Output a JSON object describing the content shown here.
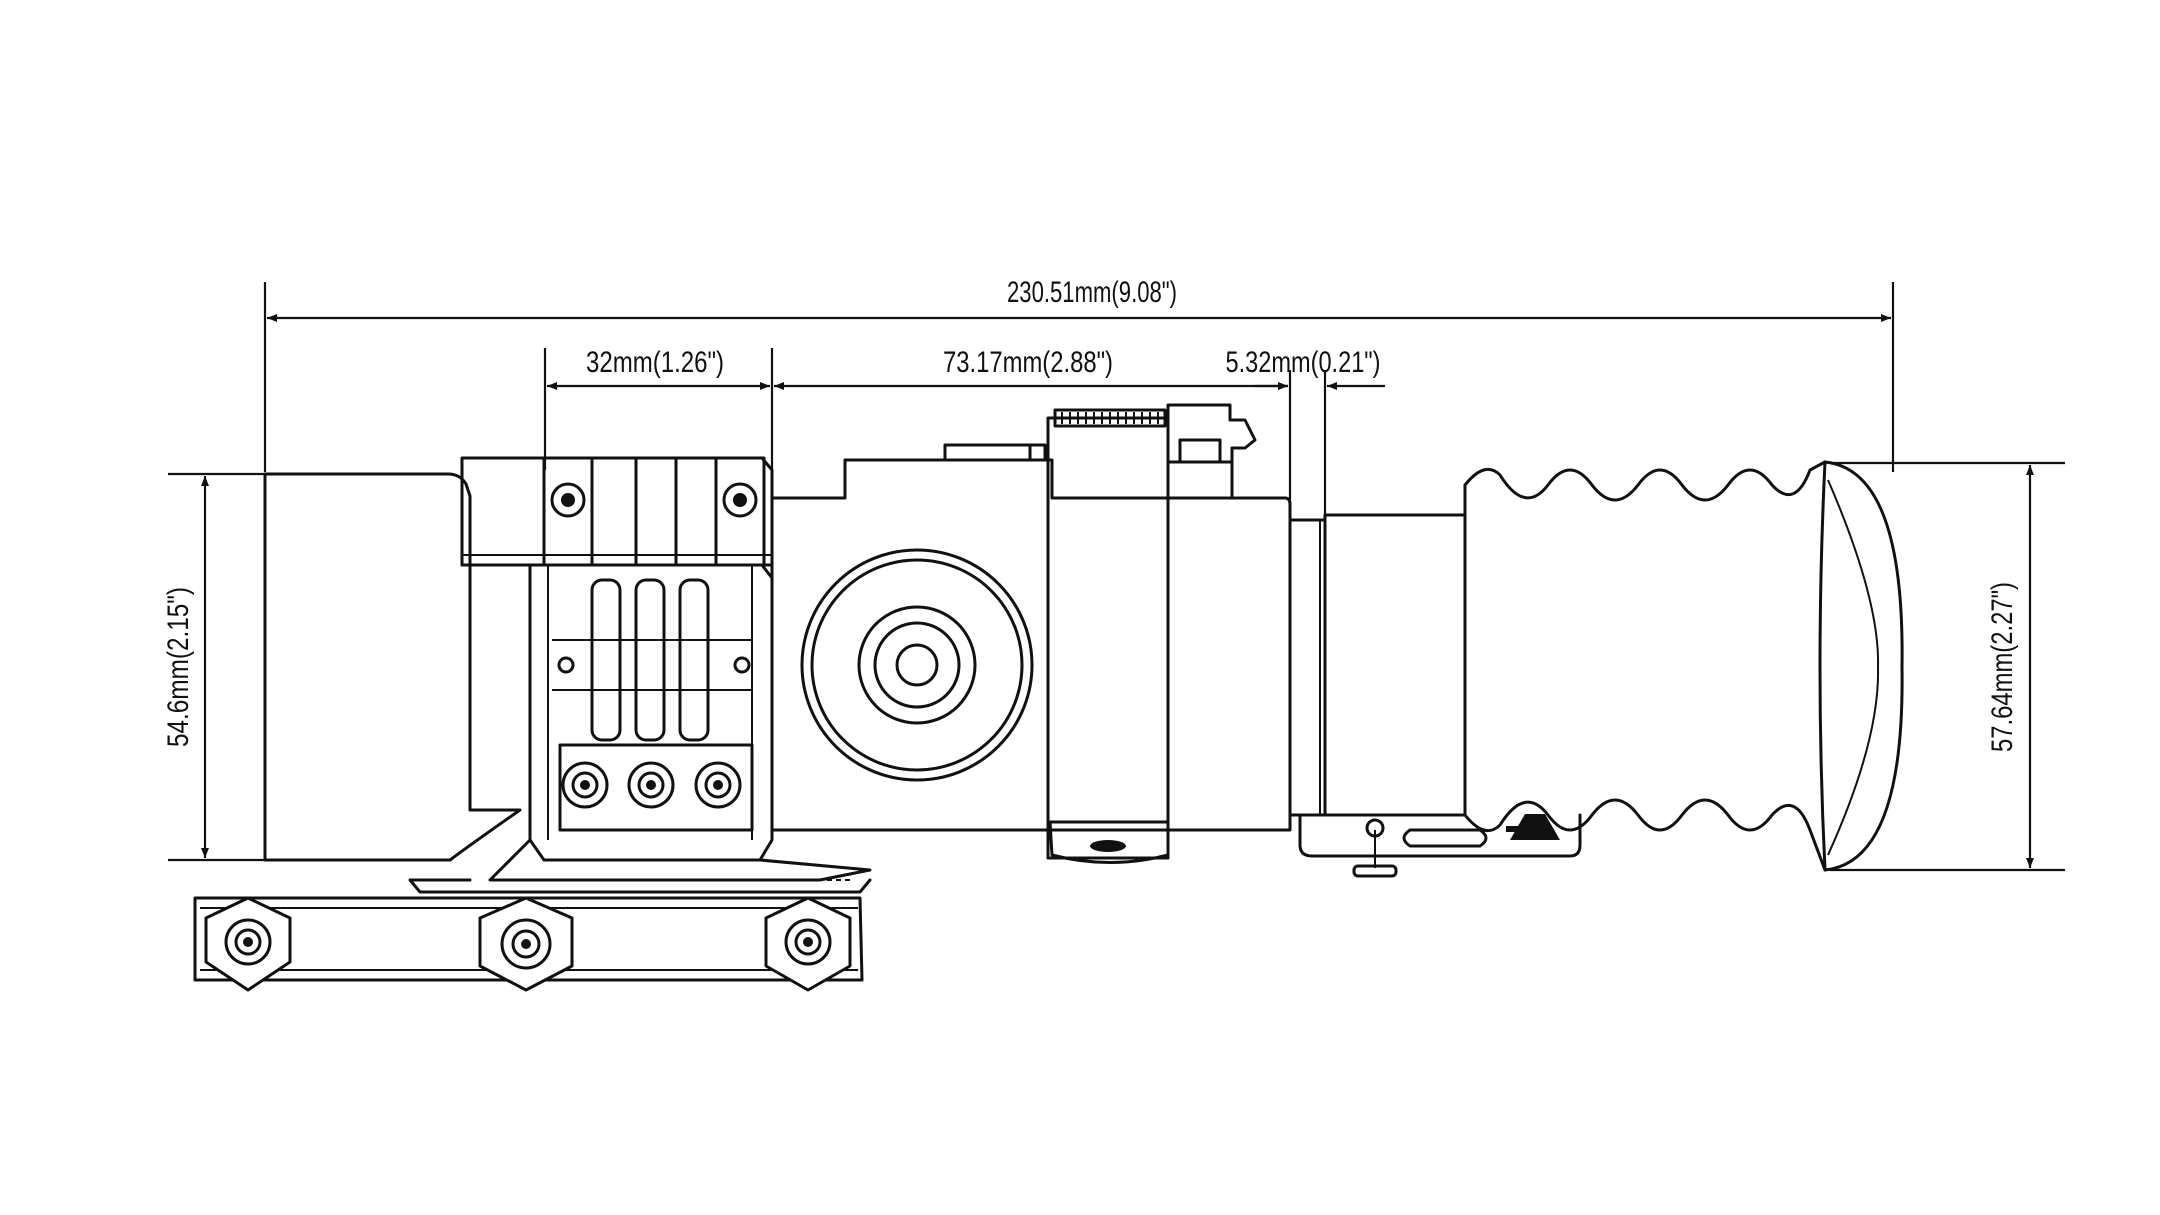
{
  "dimensions": {
    "overall_length": "230.51mm(9.08\")",
    "mount_width": "32mm(1.26\")",
    "body_length": "73.17mm(2.88\")",
    "collar_width": "5.32mm(0.21\")",
    "objective_height": "54.6mm(2.15\")",
    "eyepiece_height": "57.64mm(2.27\")"
  }
}
